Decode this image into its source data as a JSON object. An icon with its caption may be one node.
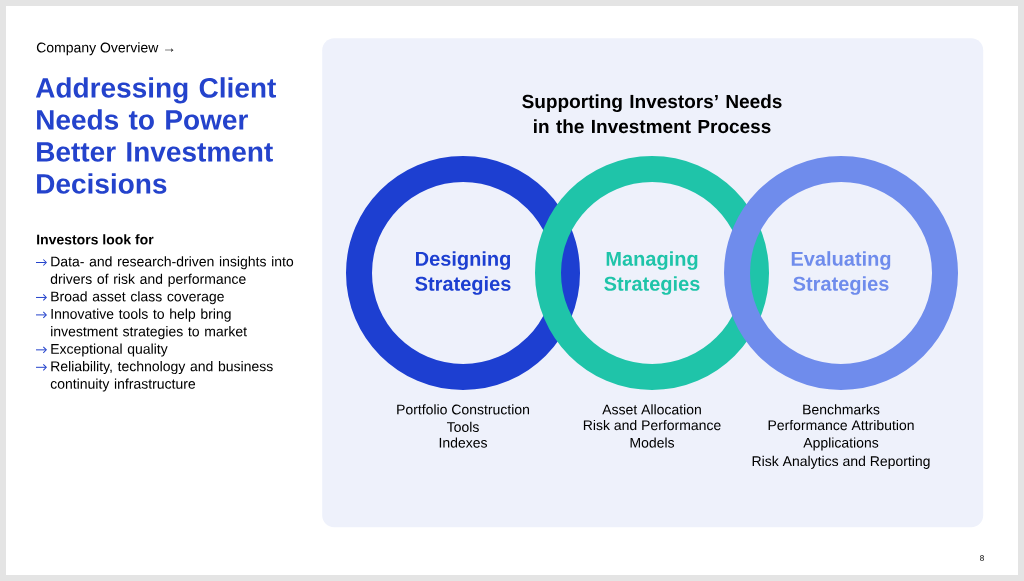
{
  "diagram": {
    "title": "Addressing Client Needs to Power Better Investment Decisions",
    "nodes": [
      {
        "text": [
          "Supporting Investors’ Needs in the Investment Process"
        ]
      },
      {
        "text": [
          "Designing Strategies"
        ],
        "in": 0,
        "beside": [
          "Portfolio Construction Tools",
          "Indexes"
        ]
      },
      {
        "text": [
          "Managing Strategies"
        ],
        "in": 0,
        "beside": [
          "Asset Allocation",
          "Risk and Performance Models"
        ]
      },
      {
        "text": [
          "Evaluating Strategies"
        ],
        "in": 0,
        "beside": [
          "Benchmarks",
          "Performance Attribution Applications",
          "Risk Analytics and Reporting"
        ]
      }
    ],
    "edges": [],
    "labels": [
      "Company Overview →",
      "Investors look for",
      "Data- and research-driven insights into drivers of risk and performance",
      "Broad asset class coverage",
      "Innovative tools to help bring investment strategies to market",
      "Exceptional quality",
      "Reliability, technology and business continuity infrastructure",
      "8"
    ]
  }
}
